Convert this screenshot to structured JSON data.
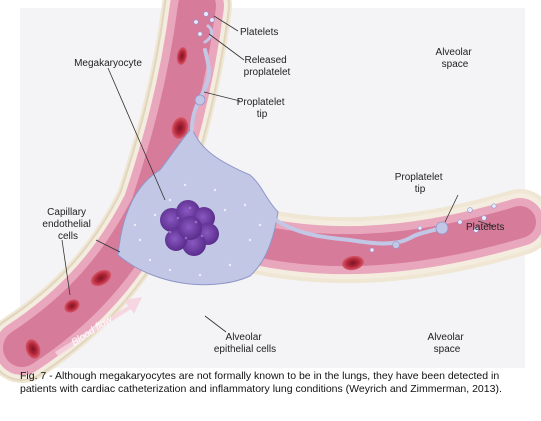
{
  "labels": {
    "platelets_top": "Platelets",
    "released_proplatelet": [
      "Released",
      "proplatelet"
    ],
    "proplatelet_tip_top": [
      "Proplatelet",
      "tip"
    ],
    "megakaryocyte": "Megakaryocyte",
    "alveolar_space_top": [
      "Alveolar",
      "space"
    ],
    "proplatelet_tip_right": [
      "Proplatelet",
      "tip"
    ],
    "platelets_right": "Platelets",
    "capillary_endothelial_cells": [
      "Capillary",
      "endothelial",
      "cells"
    ],
    "blood_flow": "Blood flow",
    "alveolar_epithelial_cells": [
      "Alveolar",
      "epithelial cells"
    ],
    "alveolar_space_bottom": [
      "Alveolar",
      "space"
    ]
  },
  "caption": "Fig. 7 - Although megakaryocytes are not formally known to be in the lungs, they have been detected in patients with cardiac catheterization and inflammatory lung conditions (Weyrich and Zimmerman, 2013).",
  "colors": {
    "background": "#f4f4f6",
    "vessel_wall": "#e9a7bd",
    "vessel_lumen": "#d77b9a",
    "epithelium": "#efe6d3",
    "megakaryocyte_cytoplasm": "#c3c7e6",
    "nucleus": "#6d3fa3",
    "red_cell": "#c23245"
  }
}
